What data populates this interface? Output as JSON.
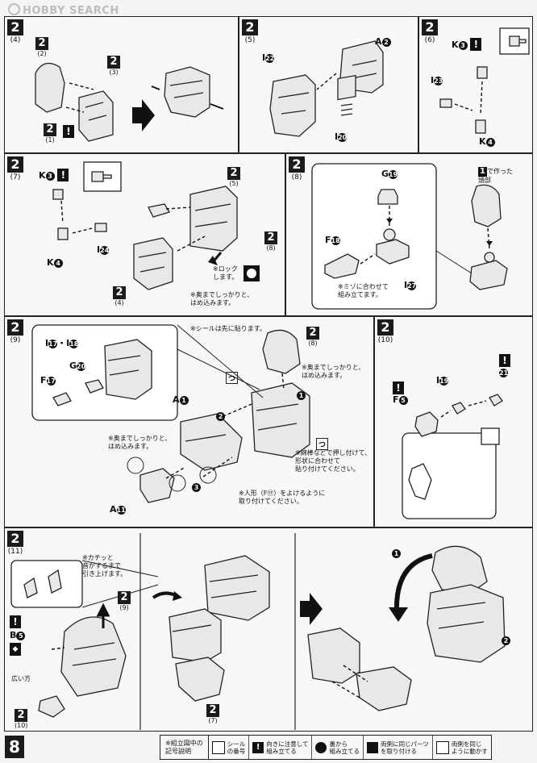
{
  "watermark": "HOBBY SEARCH",
  "page_number": "8",
  "warn_mark": "!",
  "steps": {
    "s4": {
      "num": "2",
      "sub": "(4)",
      "refs": [
        {
          "n": "2",
          "s": "(2)"
        },
        {
          "n": "2",
          "s": "(3)"
        },
        {
          "n": "2",
          "s": "(1)"
        }
      ]
    },
    "s5": {
      "num": "2",
      "sub": "(5)",
      "parts": {
        "a2": "A",
        "a2n": "2",
        "i22": "I",
        "i22n": "22",
        "i20": "I",
        "i20n": "20"
      }
    },
    "s6": {
      "num": "2",
      "sub": "(6)",
      "parts": {
        "k3": "K",
        "k3n": "3",
        "i23": "I",
        "i23n": "23",
        "k4": "K",
        "k4n": "4"
      }
    },
    "s7": {
      "num": "2",
      "sub": "(7)",
      "parts": {
        "k3": "K",
        "k3n": "3",
        "k4": "K",
        "k4n": "4",
        "i24": "I",
        "i24n": "24"
      },
      "refs": [
        {
          "n": "2",
          "s": "(5)"
        },
        {
          "n": "2",
          "s": "(8)"
        },
        {
          "n": "2",
          "s": "(4)"
        }
      ],
      "note_lock": "※ロック\nします。",
      "note_push": "※奥までしっかりと、\nはめ込みます。"
    },
    "s8": {
      "num": "2",
      "sub": "(8)",
      "parts": {
        "g19": "G",
        "g19n": "19",
        "f18": "F",
        "f18n": "18",
        "i27": "I",
        "i27n": "27"
      },
      "note_head": "で作った\n頭部",
      "head_ref": "1",
      "note_groove": "※ミゾに合わせて\n組み立てます。"
    },
    "s9": {
      "num": "2",
      "sub": "(9)",
      "parts": {
        "i17": "I",
        "i17n": "17",
        "i18": "I",
        "i18n": "18",
        "g20": "G",
        "g20n": "20",
        "f17": "F",
        "f17n": "17",
        "a1": "A",
        "a1n": "1",
        "a11": "A",
        "a11n": "11"
      },
      "ref": {
        "n": "2",
        "s": "(8)"
      },
      "note_seal": "※シールは先に貼ります。",
      "note_push1": "※奥までしっかりと、\nはめ込みます。",
      "note_push2": "※奥までしっかりと、\nはめ込みます。",
      "note_press": "※綿棒などで押し付けて、\n形状に合わせて\n貼り付けてください。",
      "note_avoid": "※人形（F⑰）をよけるように\n取り付けてください。",
      "seal_num": "つ",
      "arrows": [
        "1",
        "2",
        "3"
      ]
    },
    "s10": {
      "num": "2",
      "sub": "(10)",
      "parts": {
        "i19": "I",
        "i19n": "19",
        "p21n": "21",
        "f5": "F",
        "f5n": "5"
      }
    },
    "s11": {
      "num": "2",
      "sub": "(11)",
      "parts": {
        "b5": "B",
        "b5n": "5"
      },
      "refs": [
        {
          "n": "2",
          "s": "(9)"
        },
        {
          "n": "2",
          "s": "(7)"
        },
        {
          "n": "2",
          "s": "(10)"
        }
      ],
      "note_click": "※カチッと\n音がするまで\n引き上げます。",
      "note_wide": "広い方",
      "arrows": [
        "1",
        "2"
      ]
    }
  },
  "legend": {
    "title": "※組立図中の\n記号説明",
    "items": [
      {
        "icon": "seal",
        "text": "シール\nの番号"
      },
      {
        "icon": "!",
        "text": "向きに注意して\n組み立てる"
      },
      {
        "icon": "back",
        "text": "裏から\n組み立てる"
      },
      {
        "icon": "pair",
        "text": "両側に同じパーツ\nを取り付ける"
      },
      {
        "icon": "move",
        "text": "両側を同じ\nように動かす"
      }
    ]
  }
}
